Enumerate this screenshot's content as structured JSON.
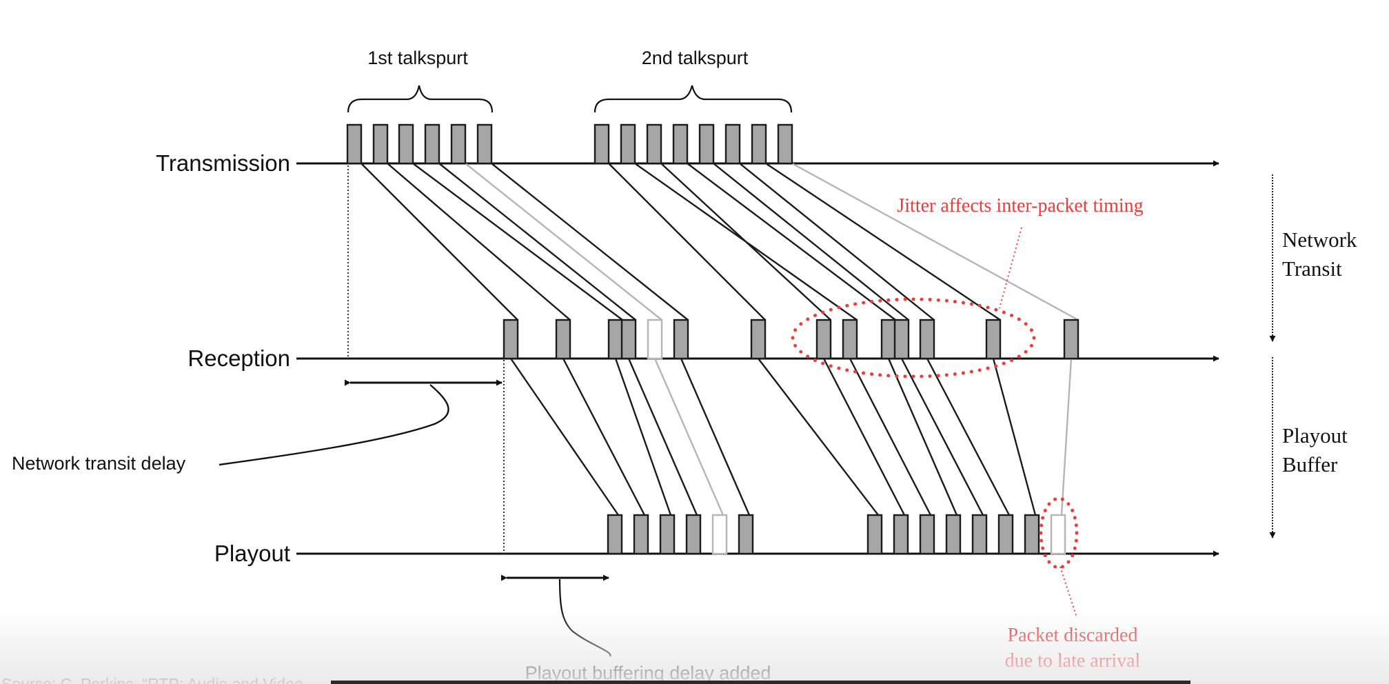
{
  "diagram": {
    "rows": {
      "transmission": "Transmission",
      "reception": "Reception",
      "playout": "Playout"
    },
    "talkspurts": [
      "1st talkspurt",
      "2nd talkspurt"
    ],
    "side_labels": {
      "network_transit": [
        "Network",
        "Transit"
      ],
      "playout_buffer": [
        "Playout",
        "Buffer"
      ]
    },
    "annotations": {
      "network_transit_delay": "Network transit delay",
      "playout_buffering_delay": "Playout buffering delay added",
      "jitter": "Jitter affects inter-packet timing",
      "discarded": [
        "Packet discarded",
        "due to late arrival"
      ]
    },
    "source": "Source: C. Perkins, “RTP: Audio and Video",
    "colors": {
      "packet_fill": "#a6a6a6",
      "packet_stroke": "#1a1a1a",
      "late_stroke": "#b5b5b5",
      "annotation_red": "#ee3b3b"
    },
    "packets": {
      "talkspurt_1": {
        "count": 6,
        "reception_order": [
          1,
          2,
          3,
          4,
          5,
          6
        ],
        "late_packet": 5,
        "late_packet_played": false
      },
      "talkspurt_2": {
        "count": 8,
        "reception_order": [
          1,
          3,
          2,
          4,
          5,
          6,
          7,
          8
        ],
        "late_packet": 8,
        "late_packet_played": false
      }
    }
  }
}
